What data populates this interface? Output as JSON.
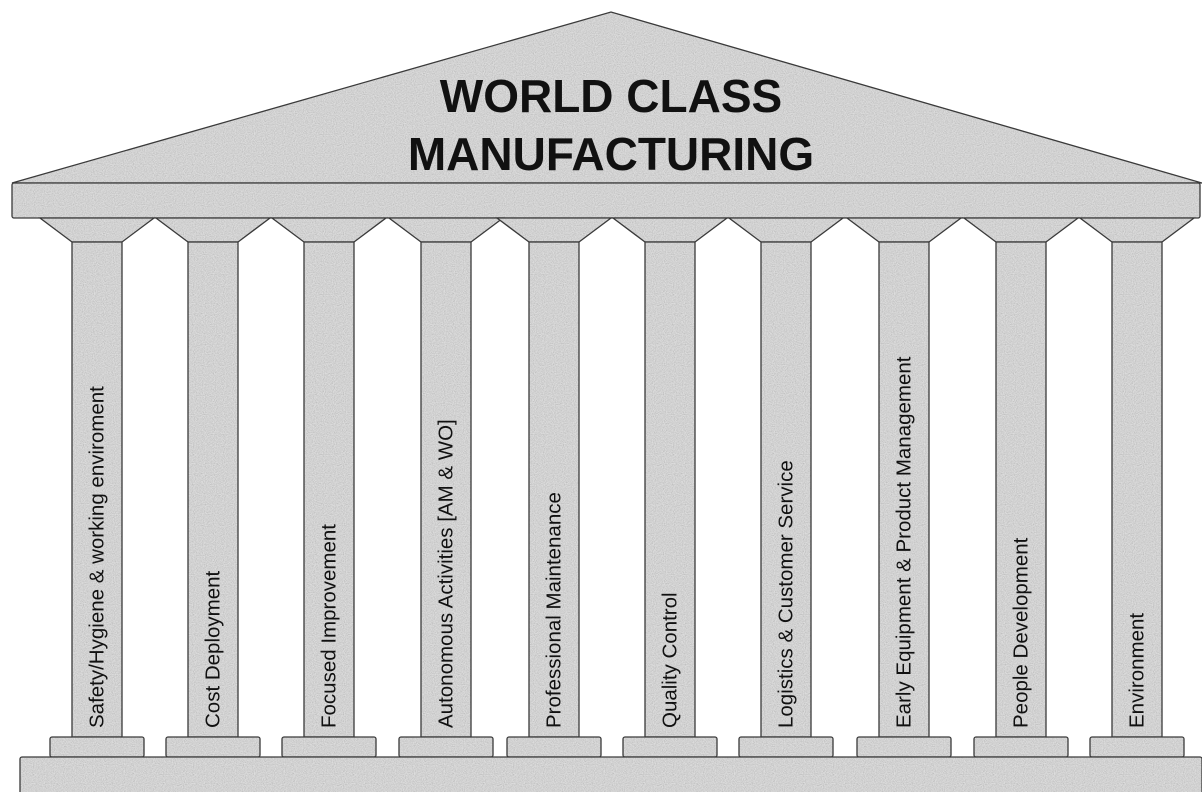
{
  "title_line1": "WORLD CLASS",
  "title_line2": "MANUFACTURING",
  "pillars": [
    {
      "label": "Safety/Hygiene & working enviroment"
    },
    {
      "label": "Cost Deployment"
    },
    {
      "label": "Focused Improvement"
    },
    {
      "label": "Autonomous Activities [AM & WO]"
    },
    {
      "label": "Professional Maintenance"
    },
    {
      "label": "Quality Control"
    },
    {
      "label": "Logistics & Customer Service"
    },
    {
      "label": "Early Equipment & Product Management"
    },
    {
      "label": "People Development"
    },
    {
      "label": "Environment"
    }
  ],
  "colors": {
    "stone": "#dcdcdc",
    "outline": "#3a3a3a",
    "text": "#111111"
  }
}
